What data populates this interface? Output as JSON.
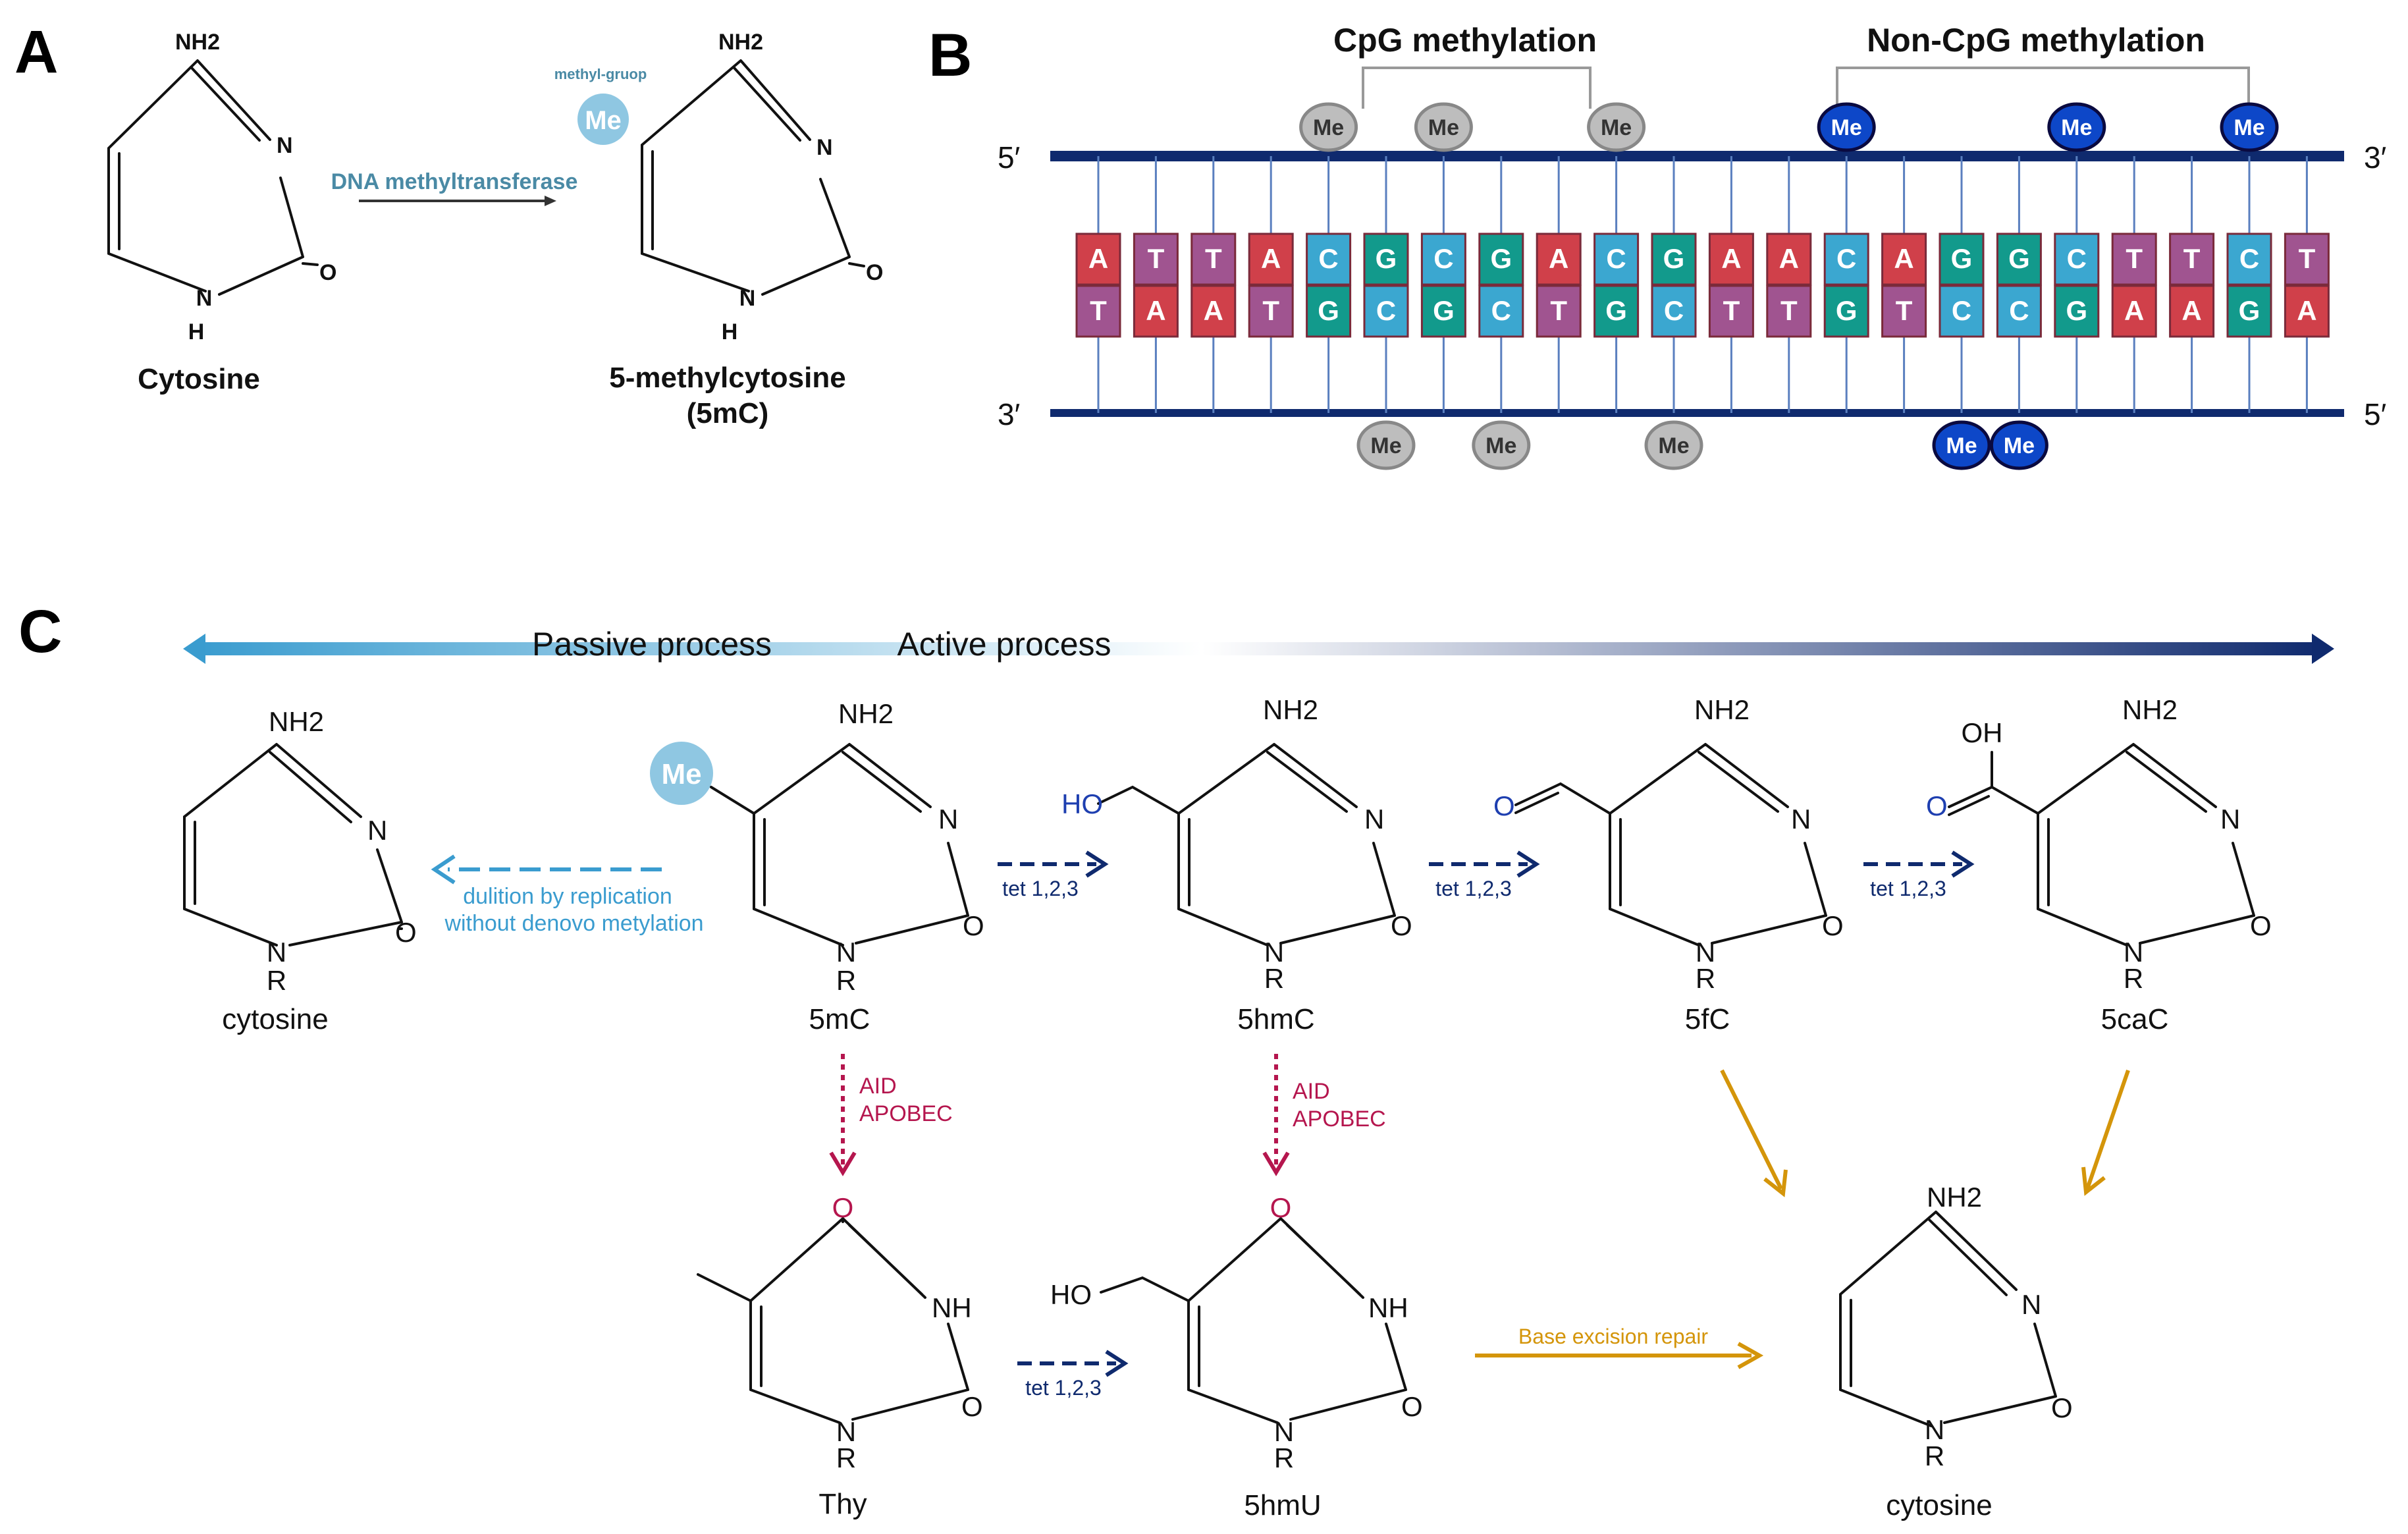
{
  "panels": {
    "a": "A",
    "b": "B",
    "c": "C"
  },
  "panel_a": {
    "cytosine": {
      "nh2": "NH2",
      "n": "N",
      "o": "O",
      "nh_n": "N",
      "nh_h": "H",
      "name": "Cytosine"
    },
    "arrow_label": "DNA methyltransferase",
    "methyl_group_label": "methyl-gruop",
    "me_label": "Me",
    "mc": {
      "nh2": "NH2",
      "n": "N",
      "o": "O",
      "nh_n": "N",
      "nh_h": "H",
      "name_line1": "5-methylcytosine",
      "name_line2": "(5mC)"
    }
  },
  "panel_b": {
    "cpg_title": "CpG methylation",
    "noncpg_title": "Non-CpG methylation",
    "top_left_end": "5′",
    "top_right_end": "3′",
    "bottom_left_end": "3′",
    "bottom_right_end": "5′",
    "me_label": "Me",
    "top_strand": [
      "A",
      "T",
      "T",
      "A",
      "C",
      "G",
      "C",
      "G",
      "A",
      "C",
      "G",
      "A",
      "A",
      "C",
      "A",
      "G",
      "G",
      "C",
      "T",
      "T",
      "C",
      "T"
    ],
    "bottom_strand": [
      "T",
      "A",
      "A",
      "T",
      "G",
      "C",
      "G",
      "C",
      "T",
      "G",
      "C",
      "T",
      "T",
      "G",
      "T",
      "C",
      "C",
      "G",
      "A",
      "A",
      "G",
      "A"
    ],
    "top_me_cpg_index": [
      4,
      6,
      9
    ],
    "top_me_noncpg_index": [
      13,
      17,
      20
    ],
    "bottom_me_cpg_index": [
      5,
      7,
      10
    ],
    "bottom_me_noncpg_index": [
      15,
      16
    ],
    "colors": {
      "A": "#d0404a",
      "T": "#a05490",
      "C": "#3ba7d0",
      "G": "#129a8c",
      "backbone": "#0f2a6e",
      "me_gray": "#bdbdbd",
      "me_blue": "#0d47c8"
    }
  },
  "panel_c": {
    "passive_label": "Passive process",
    "active_label": "Active process",
    "dilution_line1": "dulition by replication",
    "dilution_line2": "without denovo metylation",
    "tet_label": "tet 1,2,3",
    "aid_line1": "AID",
    "aid_line2": "APOBEC",
    "ber_label": "Base excision repair",
    "atoms": {
      "nh2": "NH2",
      "n": "N",
      "o": "O",
      "r": "R",
      "nh": "NH",
      "ho": "HO",
      "oh": "OH",
      "me": "Me"
    },
    "molecules": {
      "cytosine": "cytosine",
      "mc": "5mC",
      "hmc": "5hmC",
      "fc": "5fC",
      "cac": "5caC",
      "thy": "Thy",
      "hmu": "5hmU",
      "cytosine_final": "cytosine"
    },
    "colors": {
      "passive": "#3a9ccf",
      "active": "#0f2a6e",
      "deamination": "#b5164e",
      "repair": "#d4950a",
      "substituent_o": "#1e3fb0"
    }
  }
}
